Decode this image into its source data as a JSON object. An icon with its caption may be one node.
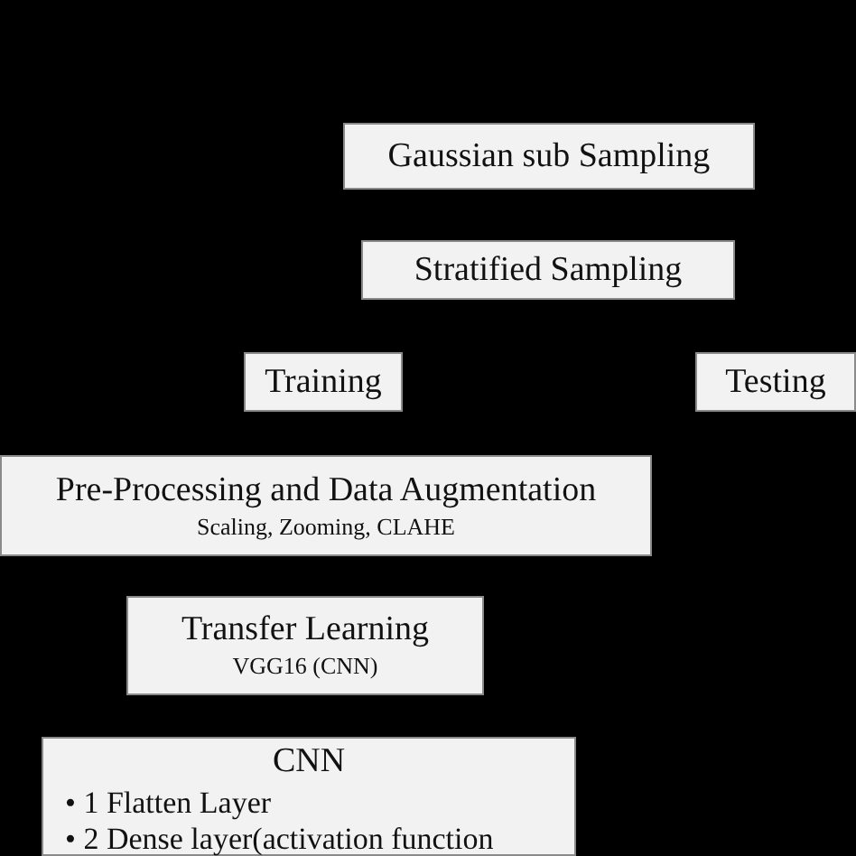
{
  "diagram": {
    "nodes": [
      {
        "text": [
          "Gaussian sub Sampling"
        ]
      },
      {
        "text": [
          "Stratified Sampling"
        ]
      },
      {
        "text": [
          "Training"
        ]
      },
      {
        "text": [
          "Testing"
        ]
      },
      {
        "text": [
          "Pre-Processing and Data Augmentation",
          "Scaling, Zooming, CLAHE"
        ]
      },
      {
        "text": [
          "Transfer Learning",
          "VGG16 (CNN)"
        ]
      },
      {
        "text": [
          "CNN",
          "• 1 Flatten Layer",
          "• 2 Dense layer(activation function"
        ]
      }
    ]
  }
}
